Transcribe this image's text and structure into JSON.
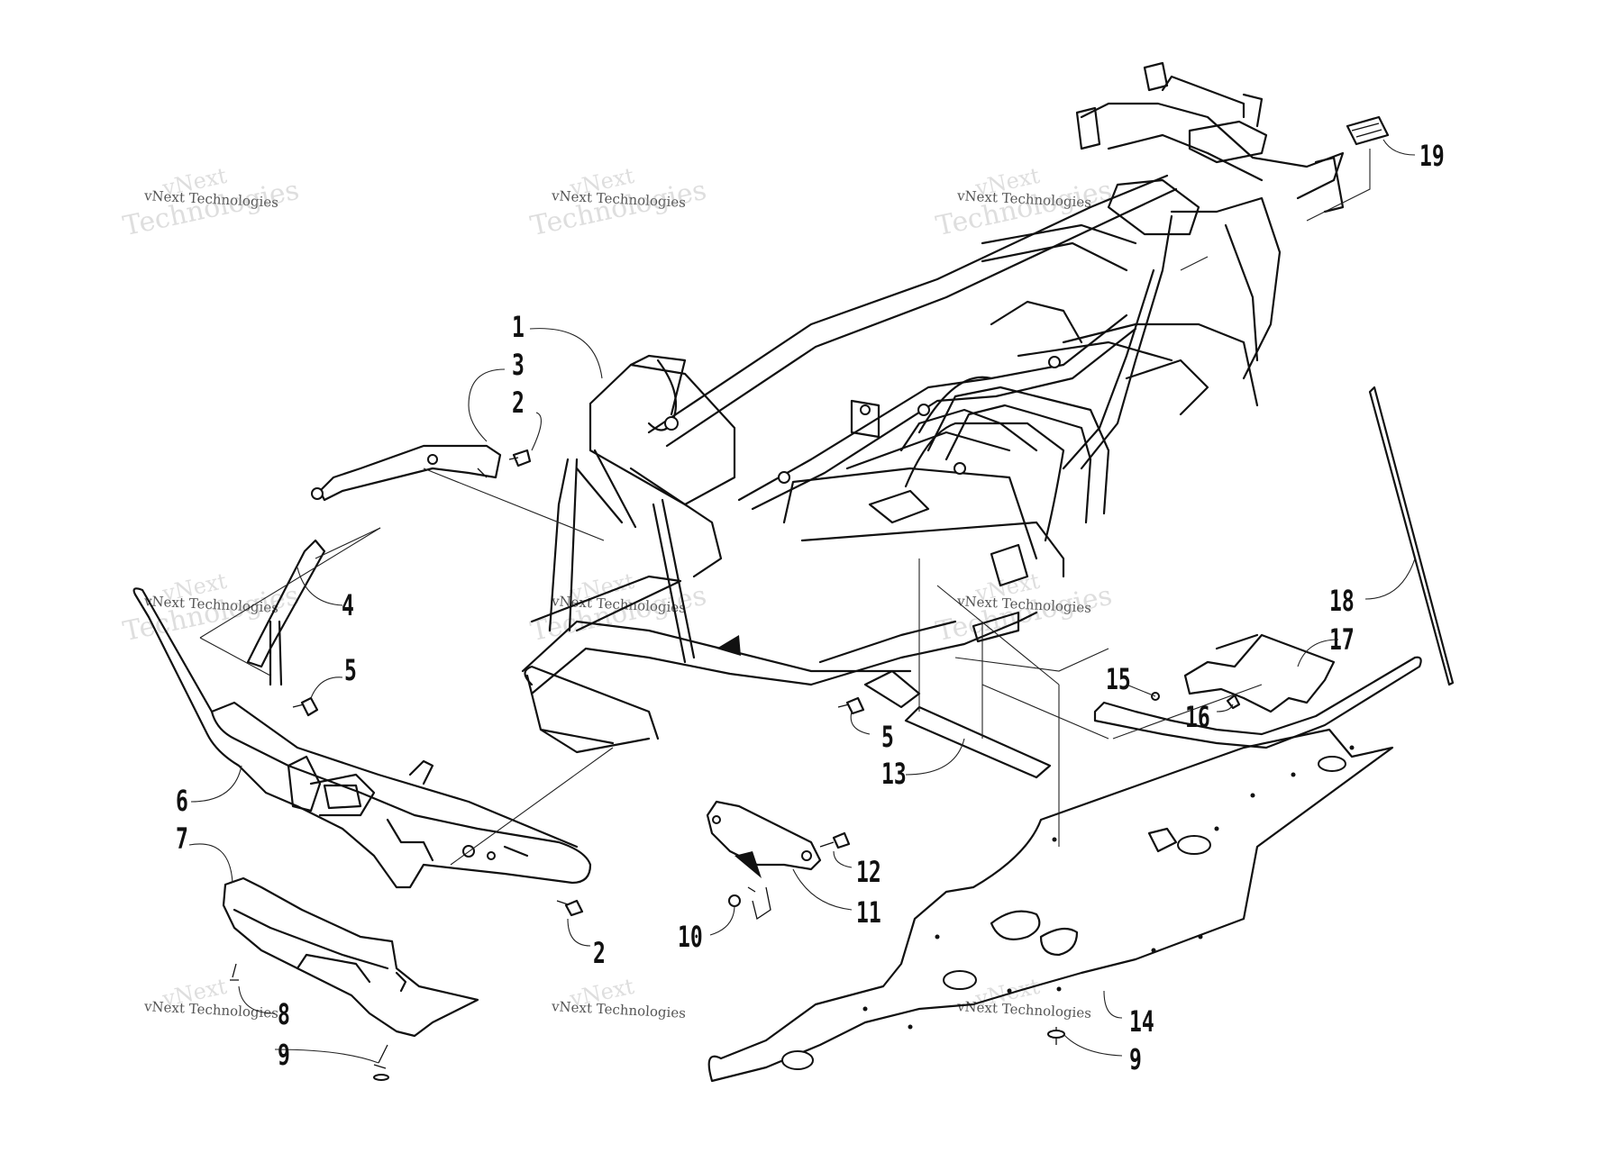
{
  "watermark": {
    "line1": "vNext",
    "line2": "vNext Technologies",
    "line3": "Technologies"
  },
  "callouts": [
    {
      "id": "c1",
      "text": "1"
    },
    {
      "id": "c3",
      "text": "3"
    },
    {
      "id": "c2a",
      "text": "2"
    },
    {
      "id": "c4",
      "text": "4"
    },
    {
      "id": "c5a",
      "text": "5"
    },
    {
      "id": "c6",
      "text": "6"
    },
    {
      "id": "c7",
      "text": "7"
    },
    {
      "id": "c8",
      "text": "8"
    },
    {
      "id": "c9a",
      "text": "9"
    },
    {
      "id": "c2b",
      "text": "2"
    },
    {
      "id": "c5b",
      "text": "5"
    },
    {
      "id": "c13",
      "text": "13"
    },
    {
      "id": "c12",
      "text": "12"
    },
    {
      "id": "c11",
      "text": "11"
    },
    {
      "id": "c10",
      "text": "10"
    },
    {
      "id": "c15",
      "text": "15"
    },
    {
      "id": "c16",
      "text": "16"
    },
    {
      "id": "c17",
      "text": "17"
    },
    {
      "id": "c18",
      "text": "18"
    },
    {
      "id": "c14",
      "text": "14"
    },
    {
      "id": "c9b",
      "text": "9"
    },
    {
      "id": "c19",
      "text": "19"
    }
  ]
}
